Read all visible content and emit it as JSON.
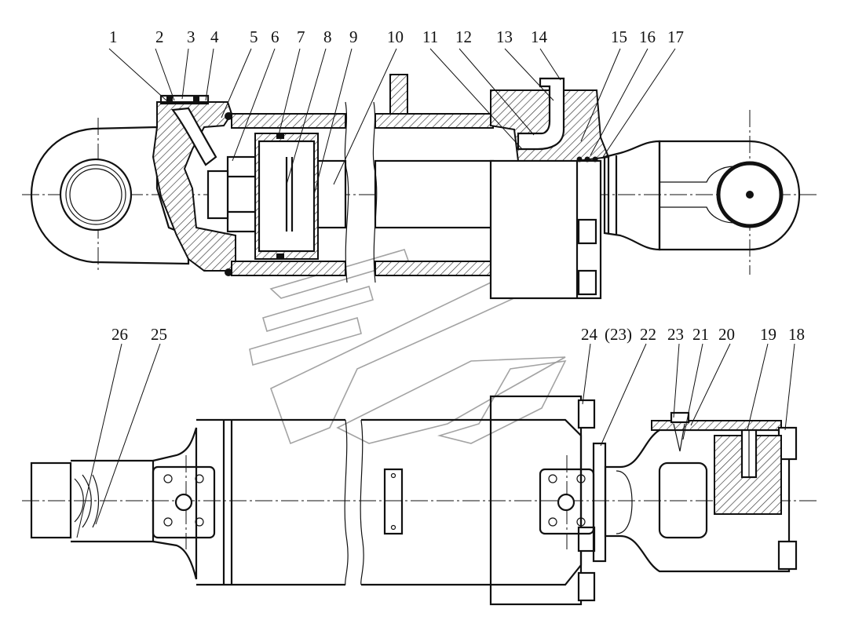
{
  "callouts_top": [
    {
      "label": "1"
    },
    {
      "label": "2"
    },
    {
      "label": "3"
    },
    {
      "label": "4"
    },
    {
      "label": "5"
    },
    {
      "label": "6"
    },
    {
      "label": "7"
    },
    {
      "label": "8"
    },
    {
      "label": "9"
    },
    {
      "label": "10"
    },
    {
      "label": "11"
    },
    {
      "label": "12"
    },
    {
      "label": "13"
    },
    {
      "label": "14"
    },
    {
      "label": "15"
    },
    {
      "label": "16"
    },
    {
      "label": "17"
    }
  ],
  "callouts_bottom": [
    {
      "label": "26"
    },
    {
      "label": "25"
    },
    {
      "label": "24"
    },
    {
      "label": "(23)"
    },
    {
      "label": "22"
    },
    {
      "label": "23"
    },
    {
      "label": "21"
    },
    {
      "label": "20"
    },
    {
      "label": "19"
    },
    {
      "label": "18"
    }
  ]
}
